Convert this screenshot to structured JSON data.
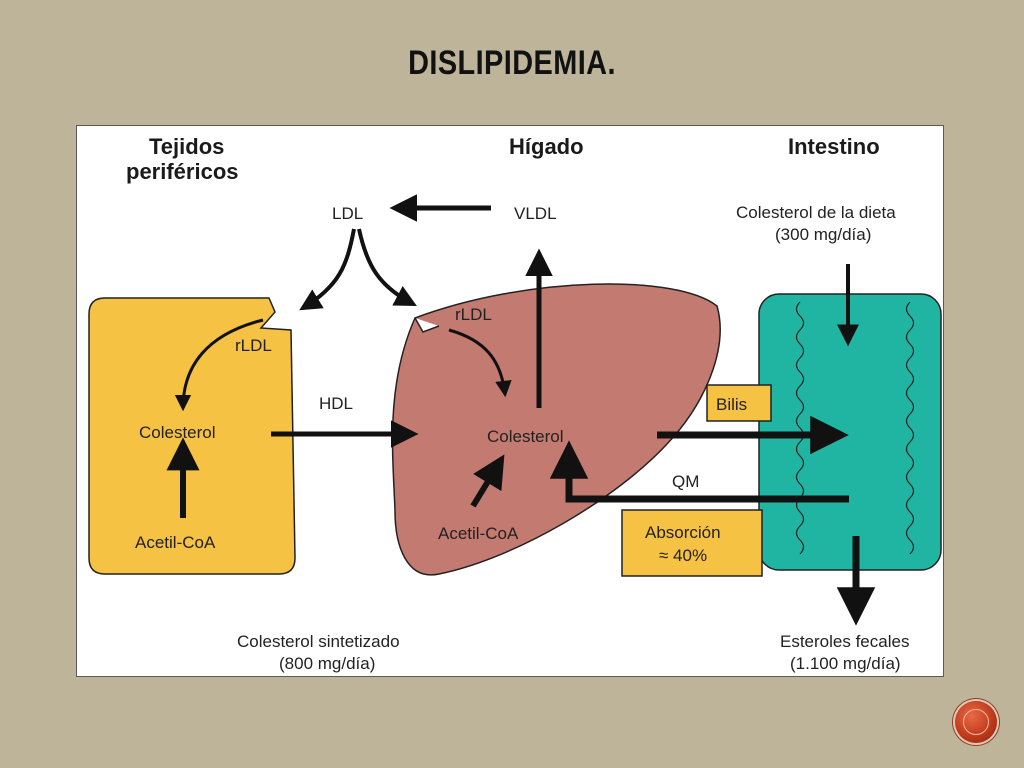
{
  "slide": {
    "title": "DISLIPIDEMIA."
  },
  "diagram": {
    "headers": {
      "peripheral_line1": "Tejidos",
      "peripheral_line2": "periféricos",
      "liver": "Hígado",
      "intestine": "Intestino"
    },
    "labels": {
      "ldl": "LDL",
      "vldl": "VLDL",
      "rldl_peripheral": "rLDL",
      "rldl_liver": "rLDL",
      "hdl": "HDL",
      "colesterol_peripheral": "Colesterol",
      "colesterol_liver": "Colesterol",
      "acetil_peripheral": "Acetil-CoA",
      "acetil_liver": "Acetil-CoA",
      "bilis": "Bilis",
      "qm": "QM",
      "absorcion_line1": "Absorción",
      "absorcion_line2": "≈ 40%",
      "dieta_line1": "Colesterol de la dieta",
      "dieta_line2": "(300 mg/día)",
      "sintetizado_line1": "Colesterol sintetizado",
      "sintetizado_line2": "(800 mg/día)",
      "fecales_line1": "Esteroles fecales",
      "fecales_line2": "(1.100 mg/día)"
    },
    "colors": {
      "peripheral": "#f6c243",
      "liver": "#c37a71",
      "intestine": "#1fb5a2",
      "label_box": "#f6c243",
      "arrow": "#111111"
    }
  }
}
